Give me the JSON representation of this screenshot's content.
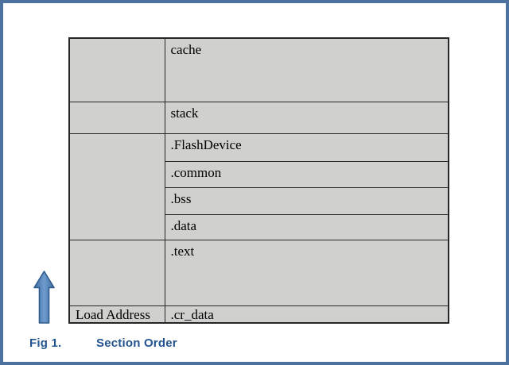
{
  "figure": {
    "caption_label": "Fig 1.",
    "caption_title": "Section Order"
  },
  "memory_table": {
    "load_address_label": "Load Address",
    "sections": [
      "cache",
      "stack",
      ".FlashDevice",
      ".common",
      ".bss",
      ".data",
      ".text",
      ".cr_data"
    ]
  },
  "icons": {
    "up_arrow": "up-arrow-icon"
  },
  "colors": {
    "frame_border": "#4e72a0",
    "table_border": "#262626",
    "cell_fill": "#d0d0ce",
    "arrow_fill": "#4a7ebb",
    "arrow_border": "#2e5a8c",
    "caption_text": "#24548f"
  }
}
